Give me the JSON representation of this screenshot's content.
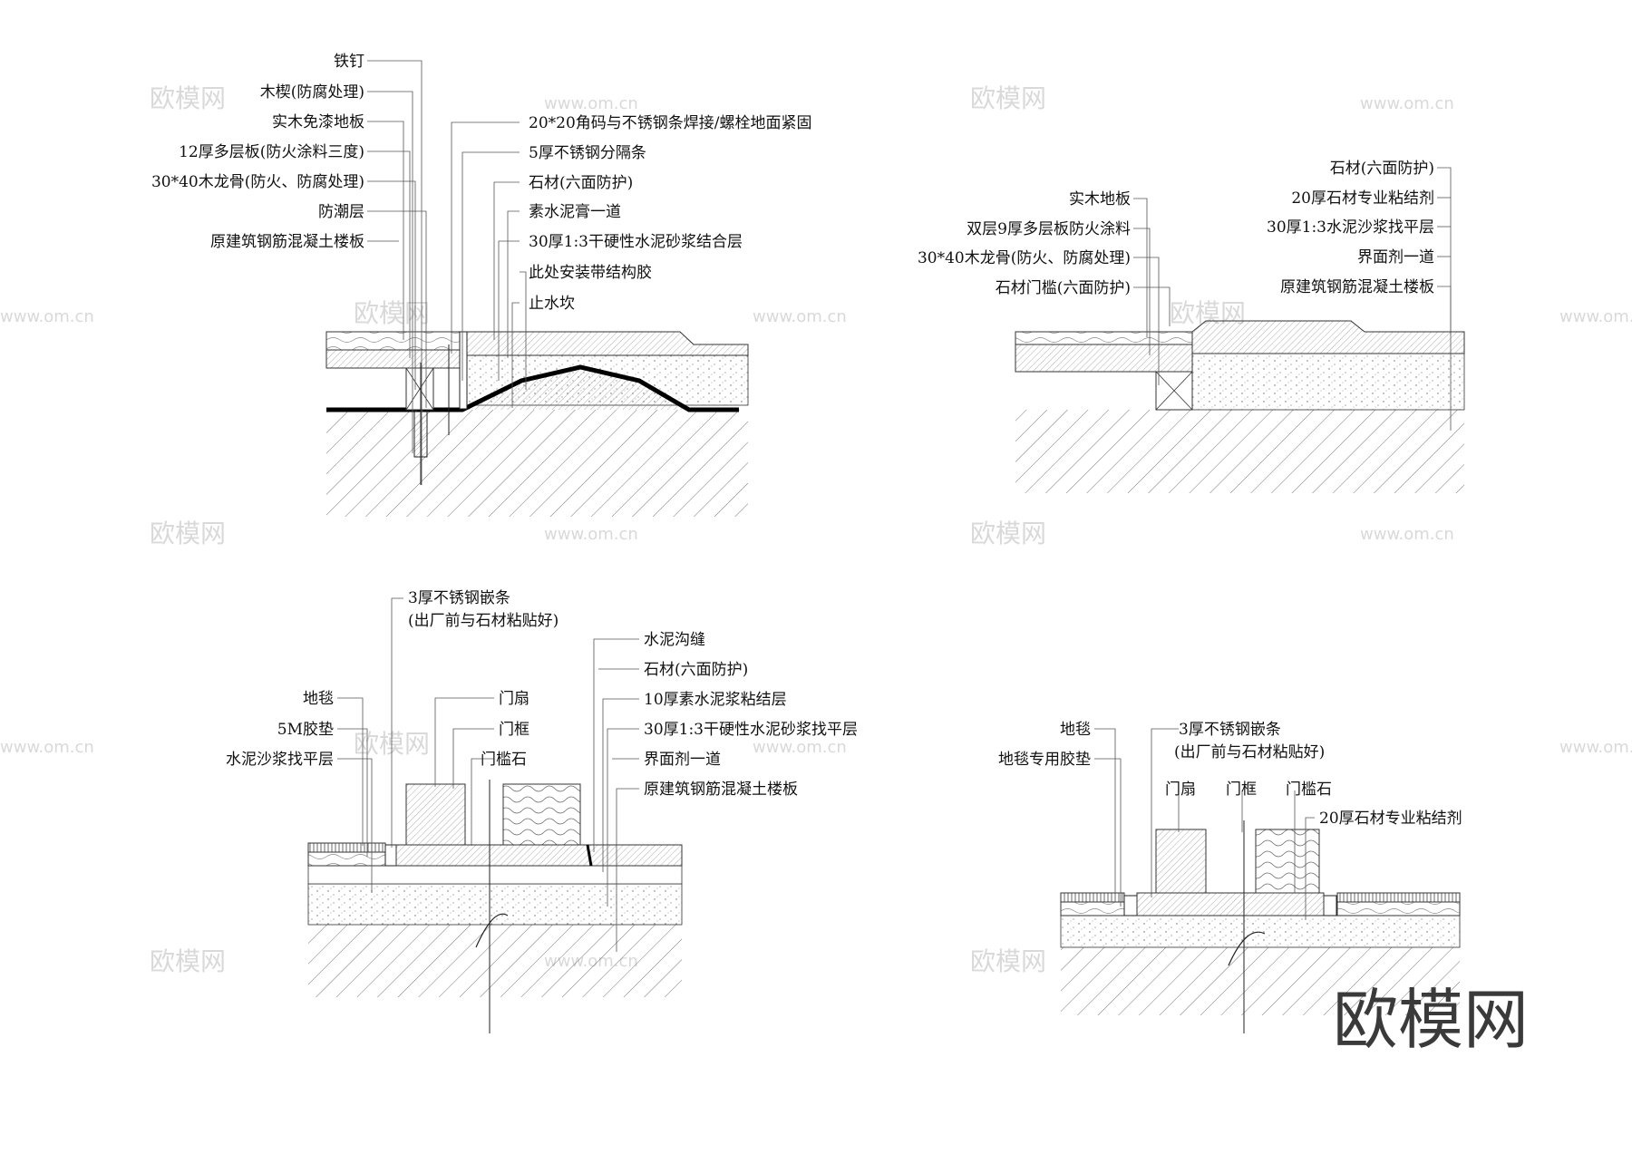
{
  "watermarks": {
    "brand": "欧模网",
    "url": "www.om.cn",
    "corner_logo": "欧模网"
  },
  "detail1": {
    "left_labels": [
      "铁钉",
      "木楔(防腐处理)",
      "实木免漆地板",
      "12厚多层板(防火涂料三度)",
      "30*40木龙骨(防火、防腐处理)",
      "防潮层",
      "原建筑钢筋混凝土楼板"
    ],
    "right_labels": [
      "20*20角码与不锈钢条焊接/螺栓地面紧固",
      "5厚不锈钢分隔条",
      "石材(六面防护)",
      "素水泥膏一道",
      "30厚1:3干硬性水泥砂浆结合层",
      "此处安装带结构胶",
      "止水坎"
    ]
  },
  "detail2": {
    "left_labels": [
      "实木地板",
      "双层9厚多层板防火涂料",
      "30*40木龙骨(防火、防腐处理)",
      "石材门槛(六面防护)"
    ],
    "right_labels": [
      "石材(六面防护)",
      "20厚石材专业粘结剂",
      "30厚1:3水泥沙浆找平层",
      "界面剂一道",
      "原建筑钢筋混凝土楼板"
    ]
  },
  "detail3": {
    "top_label_line1": "3厚不锈钢嵌条",
    "top_label_line2": "(出厂前与石材粘贴好)",
    "left_labels": [
      "地毯",
      "5M胶垫",
      "水泥沙浆找平层"
    ],
    "mid_labels": [
      "门扇",
      "门框",
      "门槛石"
    ],
    "right_labels": [
      "水泥沟缝",
      "石材(六面防护)",
      "10厚素水泥浆粘结层",
      "30厚1:3干硬性水泥砂浆找平层",
      "界面剂一道",
      "原建筑钢筋混凝土楼板"
    ]
  },
  "detail4": {
    "left_labels": [
      "地毯",
      "地毯专用胶垫"
    ],
    "top_label_line1": "3厚不锈钢嵌条",
    "top_label_line2": "(出厂前与石材粘贴好)",
    "mid_labels": [
      "门扇",
      "门框",
      "门槛石"
    ],
    "right_label": "20厚石材专业粘结剂"
  }
}
